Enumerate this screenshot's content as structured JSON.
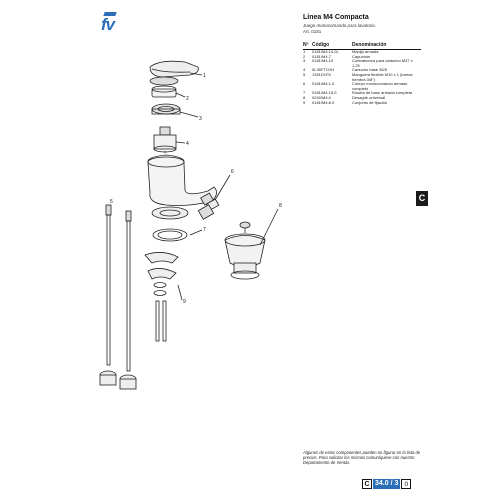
{
  "brand": {
    "name": "fv"
  },
  "header": {
    "title": "Línea M4 Compacta",
    "subtitle": "Juego monocomando para lavatorio.",
    "article": "Art. 0181"
  },
  "table": {
    "headers": [
      "Nº",
      "Código",
      "Denominación"
    ],
    "rows": [
      [
        "1",
        "0181/M4.14.0L",
        "Manija armada"
      ],
      [
        "2",
        "0181/M4.7",
        "Capuchón"
      ],
      [
        "3",
        "0181/M4.10",
        "Contratuerca para cartucho M37 x 1,25"
      ],
      [
        "4",
        "0L35FT1OH",
        "Cartucho base 35/5"
      ],
      [
        "5",
        "1351D1FK",
        "Manguera flexible M10 x 1 (tuerca hembra 3/8\")"
      ],
      [
        "6",
        "0181/M4.1.0",
        "Cuerpo monocomando armado completo"
      ],
      [
        "7",
        "0181/M4.15.0",
        "Roseta de base armada completa"
      ],
      [
        "8",
        "0240/M4.0",
        "Desagüe universal"
      ],
      [
        "9",
        "0181/M4.8.0",
        "Conjunto de fijación"
      ]
    ]
  },
  "section_tab": "C",
  "note": "Algunos de estos componentes pueden no figurar en la lista de precios. Para solicitar los mismos comuníquese con nuestro Departamento de Ventas.",
  "page_ref": {
    "section": "C",
    "number": "34.0 / 3",
    "suffix": "0"
  },
  "callouts": [
    "1",
    "2",
    "3",
    "4",
    "5",
    "6",
    "7",
    "8",
    "9"
  ],
  "colors": {
    "brand_blue": "#2a6fb8",
    "tab_black": "#1a1a1a"
  }
}
